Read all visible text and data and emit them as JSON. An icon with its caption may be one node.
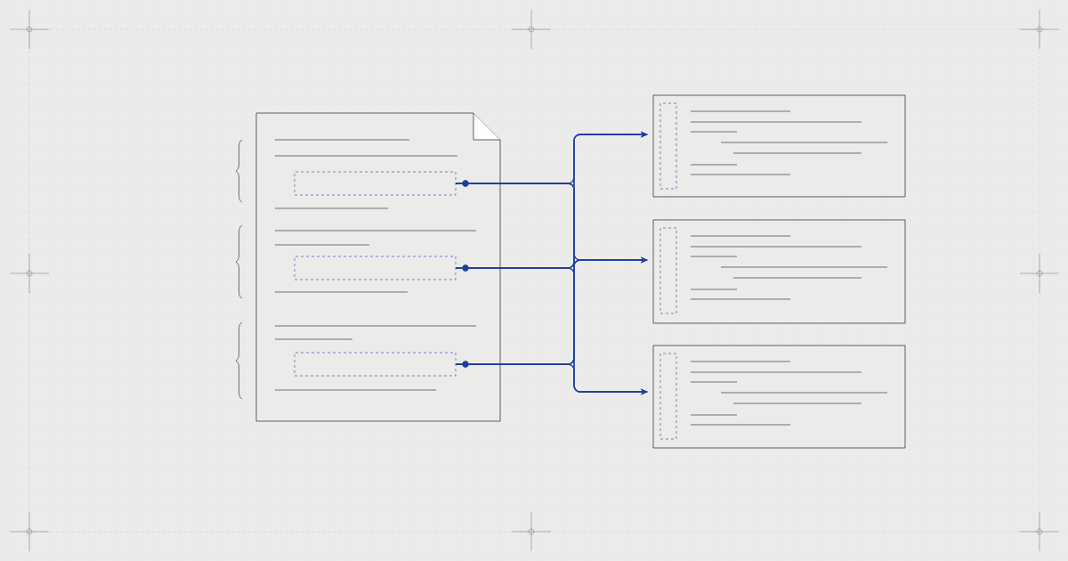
{
  "diagram": {
    "nodes": [
      {
        "text": [],
        "shape": "document"
      },
      {
        "text": [],
        "shape": "box",
        "in": 0
      },
      {
        "text": [],
        "shape": "box",
        "in": 0
      },
      {
        "text": [],
        "shape": "box",
        "in": 0
      },
      {
        "text": [],
        "shape": "box"
      },
      {
        "text": [],
        "shape": "bar",
        "in": 4
      },
      {
        "text": [],
        "shape": "box"
      },
      {
        "text": [],
        "shape": "bar",
        "in": 6
      },
      {
        "text": [],
        "shape": "box"
      },
      {
        "text": [],
        "shape": "bar",
        "in": 8
      }
    ],
    "edges": [
      {
        "from": 1,
        "to": 4,
        "arrow": "to"
      },
      {
        "from": 1,
        "to": 6,
        "arrow": "to"
      },
      {
        "from": 1,
        "to": 8,
        "arrow": "to"
      },
      {
        "from": 2,
        "to": 4,
        "arrow": "to"
      },
      {
        "from": 2,
        "to": 6,
        "arrow": "to"
      },
      {
        "from": 2,
        "to": 8,
        "arrow": "to"
      },
      {
        "from": 3,
        "to": 4,
        "arrow": "to"
      },
      {
        "from": 3,
        "to": 6,
        "arrow": "to"
      },
      {
        "from": 3,
        "to": 8,
        "arrow": "to"
      }
    ]
  }
}
